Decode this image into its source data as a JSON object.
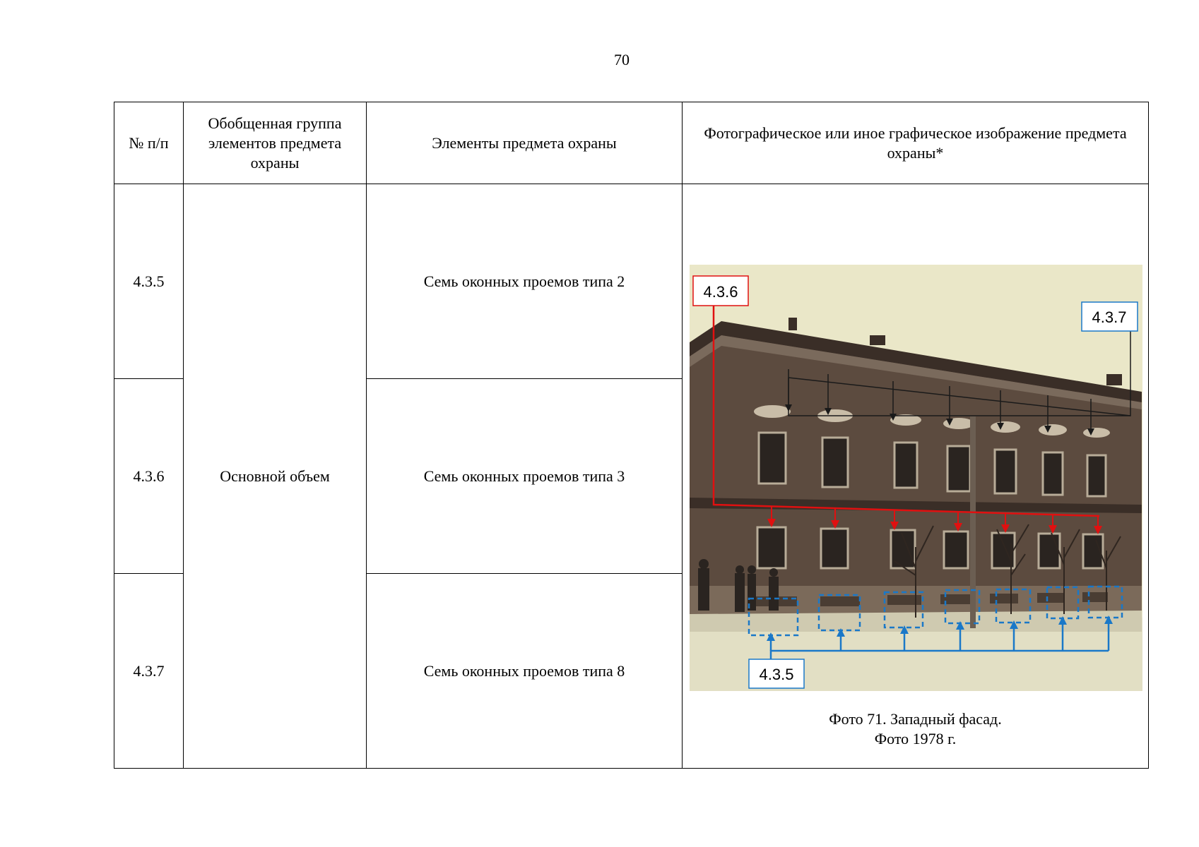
{
  "page_number": "70",
  "table": {
    "headers": {
      "num": "№ п/п",
      "group": "Обобщенная группа элементов предмета охраны",
      "elements": "Элементы предмета охраны",
      "image": "Фотографическое или иное графическое изображение предмета охраны*"
    },
    "group_value": "Основной объем",
    "rows": [
      {
        "num": "4.3.5",
        "element": "Семь оконных проемов типа 2"
      },
      {
        "num": "4.3.6",
        "element": "Семь оконных проемов типа 3"
      },
      {
        "num": "4.3.7",
        "element": "Семь оконных проемов типа 8"
      }
    ]
  },
  "photo": {
    "labels": {
      "red": "4.3.6",
      "dark": "4.3.7",
      "blue": "4.3.5"
    },
    "caption_line1": "Фото 71. Западный фасад.",
    "caption_line2": "Фото 1978 г."
  },
  "colors": {
    "red_marker": "#e01010",
    "blue_marker": "#1a78c8",
    "dark_marker": "#1a1a1a",
    "photo_bg": "#eae7c8",
    "facade": "#5a4a3e"
  }
}
